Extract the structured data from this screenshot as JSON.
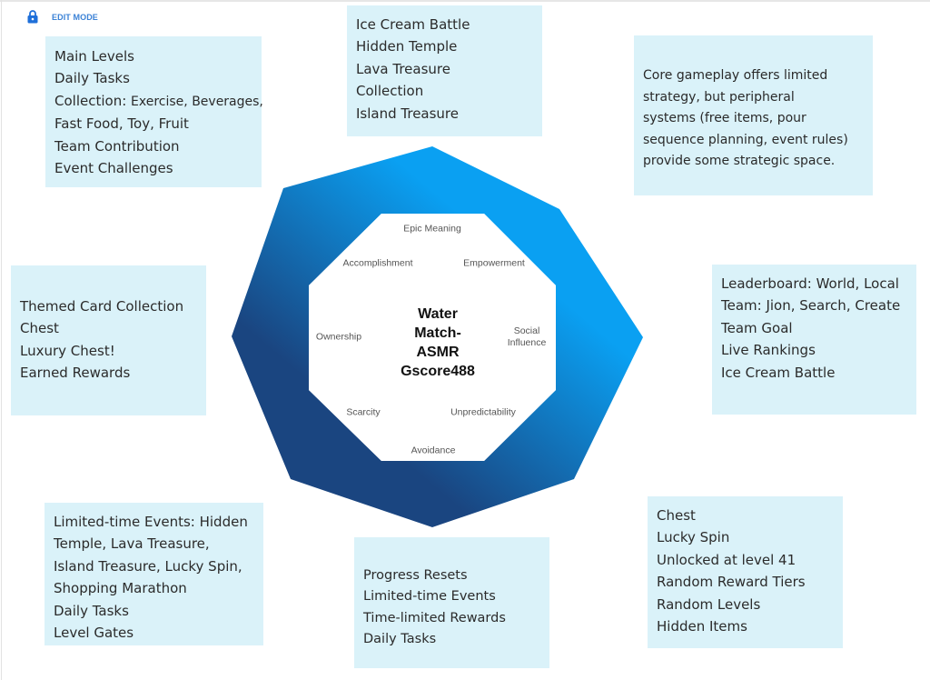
{
  "toolbar": {
    "mode_icon": "lock-icon",
    "mode_label": "EDIT MODE"
  },
  "center": {
    "title_lines": [
      "Water",
      "Match-",
      "ASMR",
      "Gscore488"
    ]
  },
  "core_drives": {
    "epic_meaning": "Epic Meaning",
    "accomplishment": "Accomplishment",
    "empowerment": "Empowerment",
    "ownership": "Ownership",
    "social_influence_line1": "Social",
    "social_influence_line2": "Influence",
    "scarcity": "Scarcity",
    "unpredictability": "Unpredictability",
    "avoidance": "Avoidance"
  },
  "colors": {
    "box_background": "#daf2f9",
    "octagon_light": "#0aa0f2",
    "octagon_dark": "#1a4580",
    "edit_mode_accent": "#3b82d6"
  },
  "boxes": {
    "accomplishment": {
      "lines": [
        "Main Levels",
        "Daily Tasks",
        "Fast Food, Toy, Fruit",
        "Team Contribution",
        "Event Challenges"
      ],
      "collection_prefix": "Collection:",
      "collection_items": "Exercise, Beverages,"
    },
    "epic_meaning": {
      "lines": [
        "Ice Cream Battle",
        "Hidden Temple",
        "Lava Treasure",
        "Collection",
        "Island Treasure"
      ]
    },
    "empowerment": {
      "lines": [
        "Core gameplay offers limited",
        "strategy, but peripheral",
        "systems (free items, pour",
        "sequence planning, event rules)",
        "provide some strategic space."
      ]
    },
    "ownership": {
      "lines": [
        "Themed Card Collection",
        "Chest",
        "Luxury Chest!",
        "Earned Rewards"
      ]
    },
    "social_influence": {
      "lines": [
        "Leaderboard: World, Local",
        "Team: Jion, Search, Create",
        "Team Goal",
        "Live Rankings",
        "Ice Cream Battle"
      ]
    },
    "scarcity": {
      "lines": [
        "Limited-time Events: Hidden",
        "Temple, Lava Treasure,",
        "Island Treasure, Lucky Spin,",
        "Shopping Marathon",
        "Daily Tasks",
        "Level Gates"
      ]
    },
    "avoidance": {
      "lines": [
        "Progress Resets",
        "Limited-time Events",
        "Time-limited Rewards",
        "Daily Tasks"
      ]
    },
    "unpredictability": {
      "lines": [
        "Chest",
        "Lucky Spin",
        "Unlocked at level 41",
        "Random Reward Tiers",
        "Random Levels",
        "Hidden Items"
      ]
    }
  }
}
